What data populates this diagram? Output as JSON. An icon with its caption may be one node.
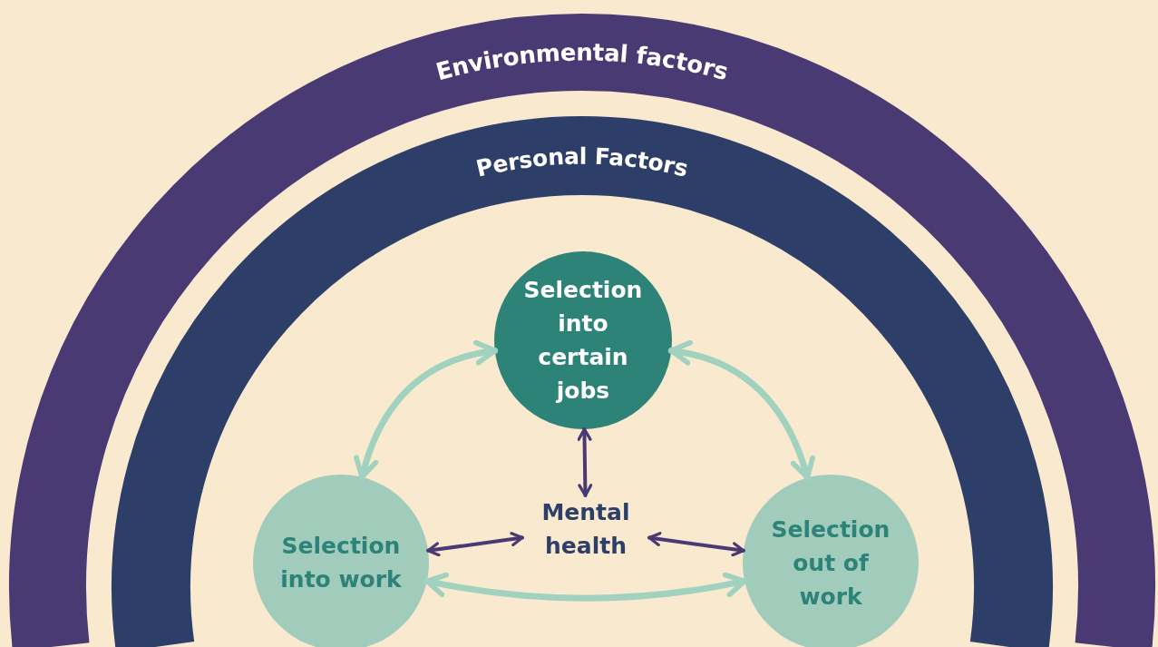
{
  "diagram": {
    "nodes": [
      {
        "text": [
          "Environmental factors"
        ]
      },
      {
        "text": [
          "Personal Factors"
        ],
        "in": 0
      },
      {
        "text": [
          "Selection into certain jobs"
        ],
        "in": 1
      },
      {
        "text": [
          "Selection into work"
        ],
        "in": 1
      },
      {
        "text": [
          "Mental health"
        ],
        "in": 1
      },
      {
        "text": [
          "Selection out of work"
        ],
        "in": 1
      }
    ],
    "edges": [
      {
        "from": 2,
        "to": 3,
        "arrow": "both"
      },
      {
        "from": 2,
        "to": 5,
        "arrow": "both"
      },
      {
        "from": 2,
        "to": 4,
        "arrow": "both",
        "color": "#4a3a73"
      },
      {
        "from": 3,
        "to": 4,
        "arrow": "both",
        "color": "#4a3a73"
      },
      {
        "from": 4,
        "to": 5,
        "arrow": "both",
        "color": "#4a3a73"
      },
      {
        "from": 3,
        "to": 5,
        "arrow": "both"
      }
    ]
  }
}
